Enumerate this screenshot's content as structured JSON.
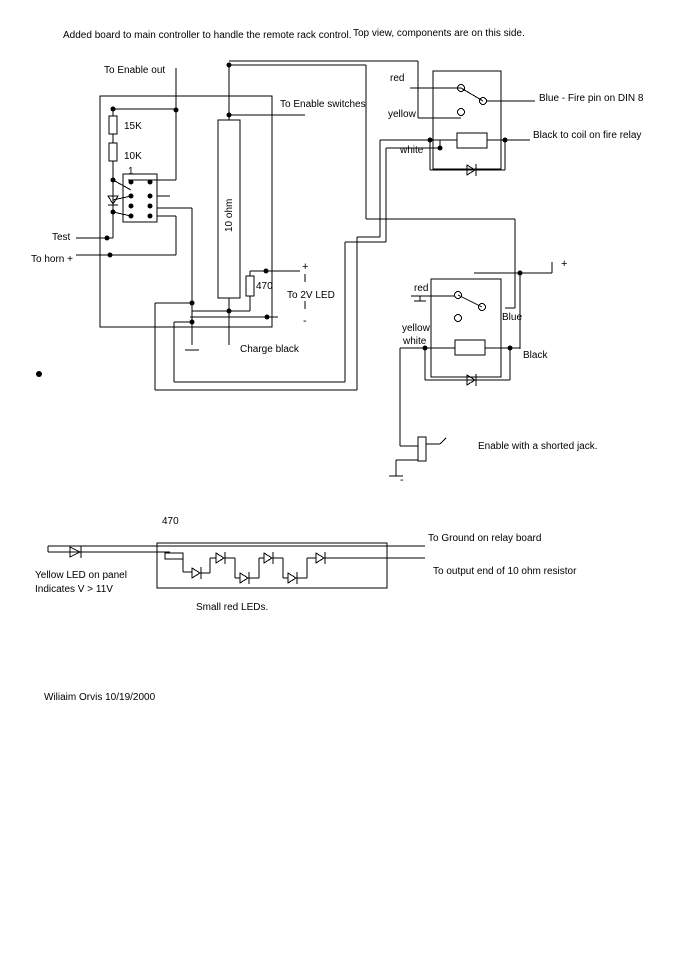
{
  "notes": {
    "added_board": "Added board to main controller to handle the remote rack control.",
    "top_view": "Top view, components are on this side.",
    "author": "Wiliaim Orvis  10/19/2000"
  },
  "controller": {
    "enable_out": "To Enable out",
    "enable_switches": "To Enable switches",
    "r15k": "15K",
    "r10k": "10K",
    "ic_pin1": "1",
    "test": "Test",
    "horn": "To horn +",
    "resistor_10ohm": "10 ohm",
    "r470": "470",
    "led_2v": "To 2V LED",
    "charge_black": "Charge black",
    "plus": "+",
    "minus": "-"
  },
  "relay1": {
    "red": "red",
    "yellow": "yellow",
    "white": "white",
    "blue_fire": "Blue - Fire pin on DIN 8",
    "black_coil": "Black to coil on fire relay"
  },
  "relay2": {
    "plus": "+",
    "red": "red",
    "yellow": "yellow",
    "white": "white",
    "blue": "Blue",
    "black": "Black",
    "jack": "Enable with a shorted jack.",
    "ground": "-"
  },
  "led_board": {
    "r470": "470",
    "to_ground": "To Ground on relay board",
    "to_output": "To output end of 10 ohm resistor",
    "yellow_led": "Yellow LED on panel",
    "indicates": "Indicates V > 11V",
    "small_red": "Small red LEDs."
  }
}
